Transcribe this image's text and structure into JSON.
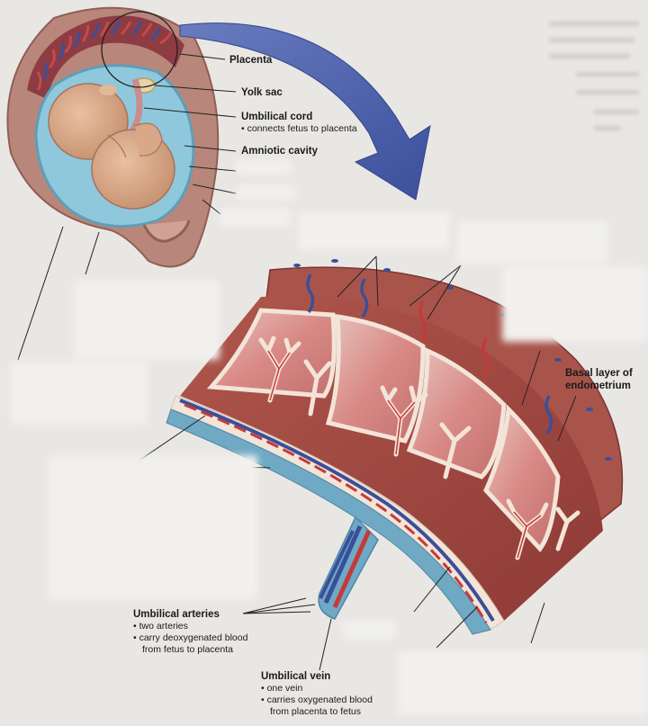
{
  "labels": {
    "placenta": "Placenta",
    "yolk_sac": "Yolk sac",
    "umbilical_cord": "Umbilical cord",
    "umbilical_cord_note": "• connects fetus to placenta",
    "amniotic_cavity": "Amniotic cavity",
    "basal_layer_line1": "Basal layer of",
    "basal_layer_line2": "endometrium",
    "umbilical_arteries": "Umbilical arteries",
    "umbilical_arteries_note1": "• two arteries",
    "umbilical_arteries_note2": "• carry deoxygenated blood",
    "umbilical_arteries_note3": "from fetus to placenta",
    "umbilical_vein": "Umbilical vein",
    "umbilical_vein_note1": "• one vein",
    "umbilical_vein_note2": "• carries oxygenated blood",
    "umbilical_vein_note3": "from placenta to fetus"
  },
  "colors": {
    "uterine_wall": "#b8867a",
    "amniotic_fluid": "#8fc8dc",
    "fetus": "#dcae8e",
    "maternal_blood": "#d24a4a",
    "artery_blue": "#3a4f9a",
    "arrow_blue": "#4a5fa8"
  }
}
